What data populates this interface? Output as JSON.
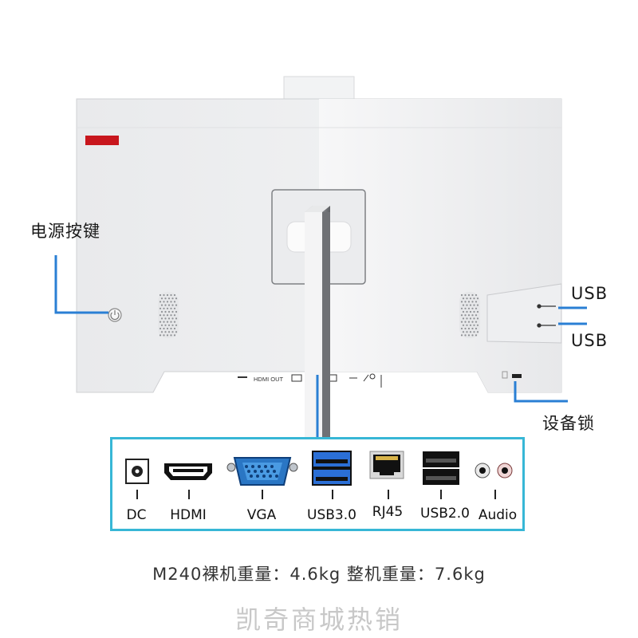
{
  "callouts": {
    "power_button": "电源按键",
    "usb_top": "USB",
    "usb_bottom": "USB",
    "lock": "设备锁"
  },
  "rear_strip": {
    "hdmi_out": "HDMI OUT"
  },
  "ports": [
    {
      "label": "DC"
    },
    {
      "label": "HDMI"
    },
    {
      "label": "VGA"
    },
    {
      "label": "USB3.0"
    },
    {
      "label": "RJ45"
    },
    {
      "label": "USB2.0"
    },
    {
      "label": "Audio"
    }
  ],
  "spec_text": "M240裸机重量：4.6kg 整机重量：7.6kg",
  "watermark": "凯奇商城热销",
  "colors": {
    "accent_blue": "#2a7fd4",
    "port_box_border": "#37b7d6",
    "usb3_blue": "#2b6fd6",
    "brand_red": "#c8161d"
  }
}
